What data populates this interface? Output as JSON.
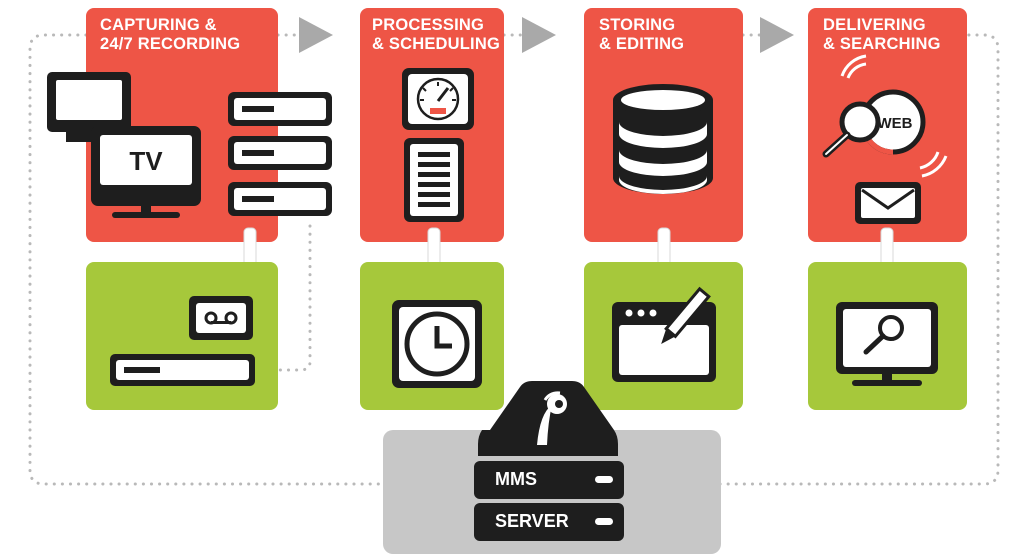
{
  "stages": [
    {
      "title_line1": "CAPTURING &",
      "title_line2": "24/7 RECORDING",
      "tv_label": "TV"
    },
    {
      "title_line1": "PROCESSING",
      "title_line2": "& SCHEDULING"
    },
    {
      "title_line1": "STORING",
      "title_line2": "& EDITING"
    },
    {
      "title_line1": "DELIVERING",
      "title_line2": "& SEARCHING",
      "web_label": "WEB"
    }
  ],
  "server": {
    "line1": "MMS",
    "line2": "SERVER"
  },
  "colors": {
    "red": "#ee5546",
    "green": "#a6c83b",
    "gray": "#c7c7c7",
    "dark": "#1e1e1e",
    "dots": "#b8b8b8"
  },
  "icons": {
    "stage1_red": [
      "monitor-icon",
      "tv-icon",
      "rack-units-icon"
    ],
    "stage1_green": [
      "cassette-icon",
      "recorder-icon"
    ],
    "stage2_red": [
      "gauge-icon",
      "document-icon"
    ],
    "stage2_green": [
      "clock-icon"
    ],
    "stage3_red": [
      "database-icon"
    ],
    "stage3_green": [
      "edit-window-icon"
    ],
    "stage4_red": [
      "web-search-icon",
      "envelope-icon"
    ],
    "stage4_green": [
      "monitor-search-icon"
    ],
    "server": [
      "server-logo-icon"
    ]
  }
}
